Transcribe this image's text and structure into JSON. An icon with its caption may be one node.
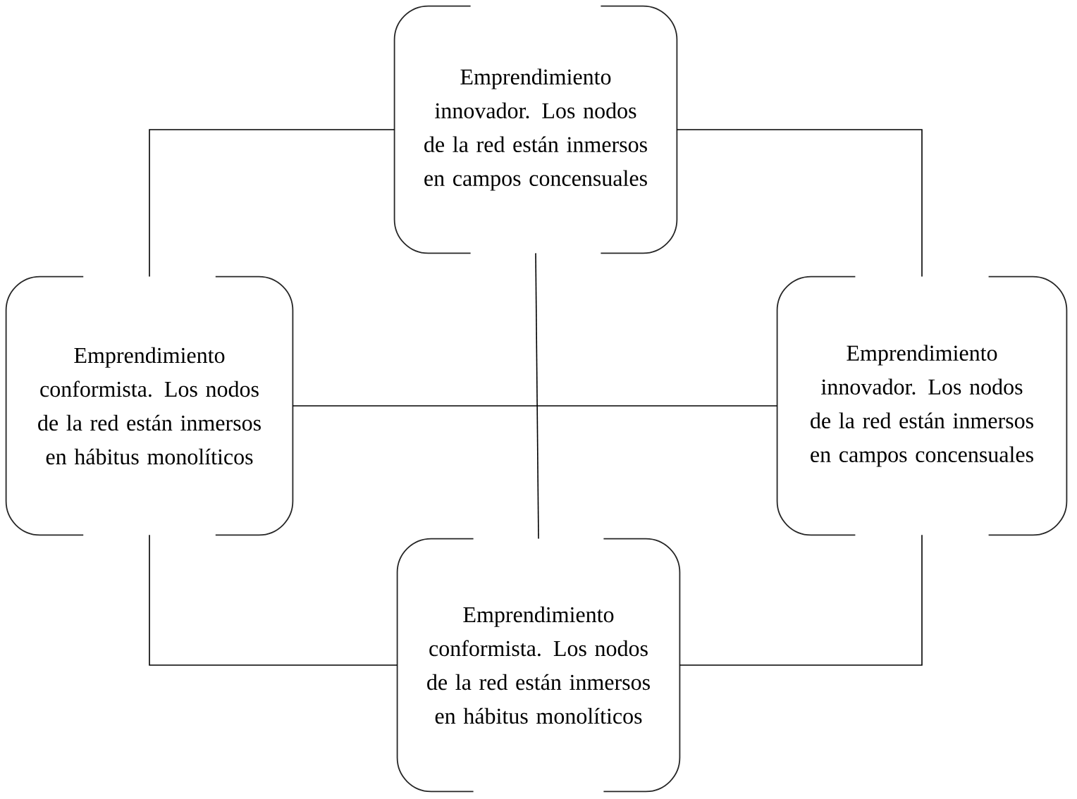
{
  "diagram": {
    "nodes": [
      {
        "text": [
          "Emprendimiento innovador. Los nodos de la red están inmersos en campos concensuales"
        ]
      },
      {
        "text": [
          "Emprendimiento conformista. Los nodos de la red están inmersos en hábitus monolíticos"
        ]
      },
      {
        "text": [
          "Emprendimiento innovador. Los nodos de la red están inmersos en campos concensuales"
        ]
      },
      {
        "text": [
          "Emprendimiento conformista. Los nodos de la red están inmersos en hábitus monolíticos"
        ]
      }
    ],
    "edges": [
      {
        "from": 0,
        "to": 1,
        "arrow": "none"
      },
      {
        "from": 0,
        "to": 2,
        "arrow": "none"
      },
      {
        "from": 1,
        "to": 3,
        "arrow": "none"
      },
      {
        "from": 2,
        "to": 3,
        "arrow": "none"
      },
      {
        "from": 0,
        "to": 3,
        "arrow": "none"
      },
      {
        "from": 1,
        "to": 2,
        "arrow": "none"
      }
    ]
  }
}
